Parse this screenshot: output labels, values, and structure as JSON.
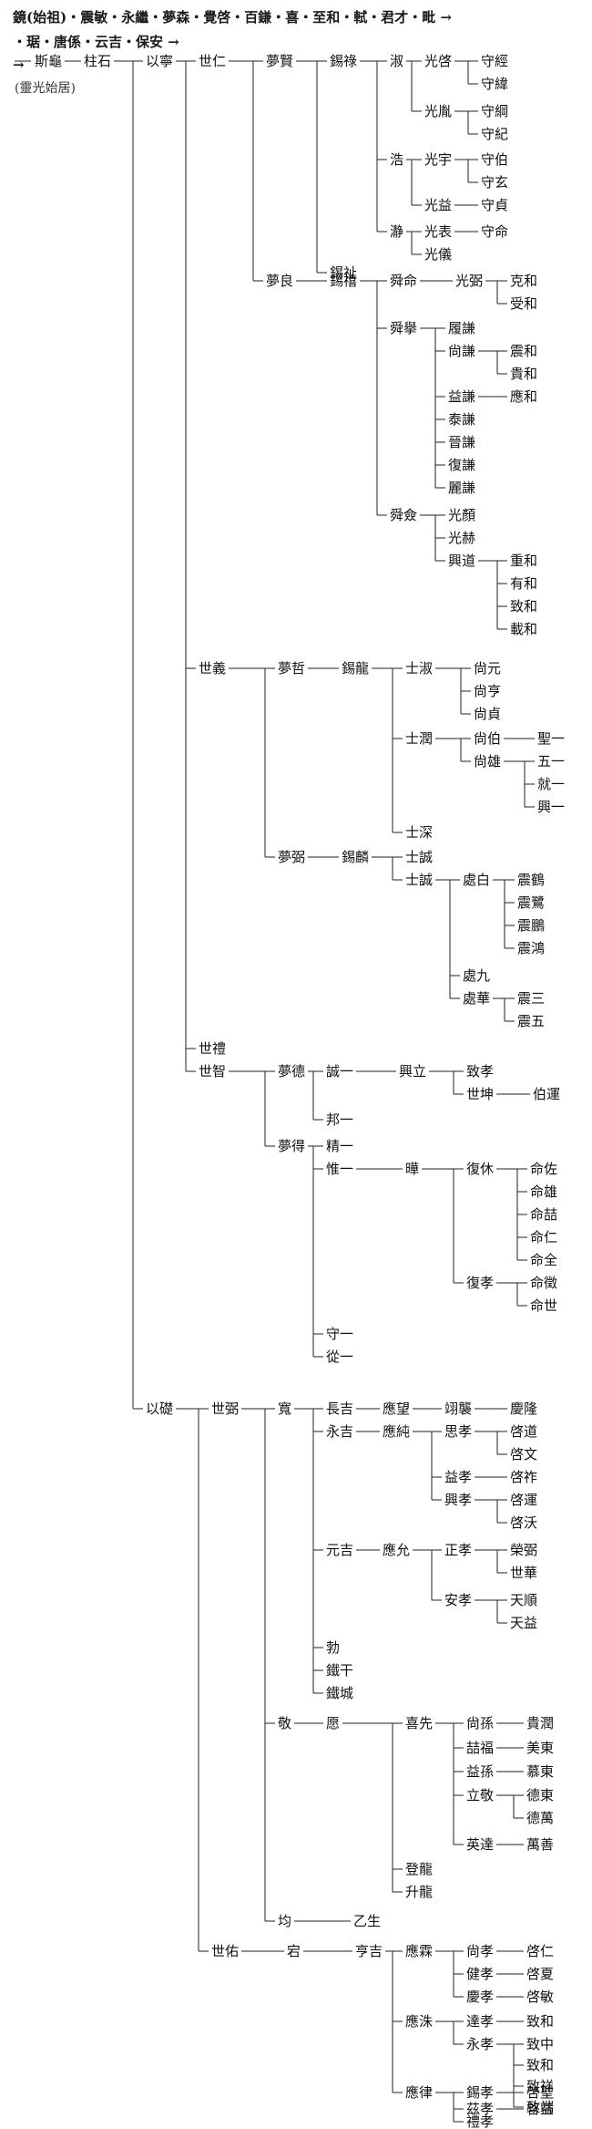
{
  "header": {
    "line1": "鏡(始祖)・震敏・永繼・夢森・覺啓・百鎌・喜・至和・軾・君才・毗 →",
    "line2": "・琚・唐係・云吉・保安 →",
    "line3_arrow": "→"
  },
  "note": "(靈光始居)",
  "nodes": [
    {
      "id": "n1",
      "label": "斯龜",
      "parent": null
    },
    {
      "id": "n2",
      "label": "柱石",
      "parent": "n1"
    },
    {
      "id": "n3",
      "label": "以寧",
      "parent": "n2"
    },
    {
      "id": "n4",
      "label": "世仁",
      "parent": "n3"
    },
    {
      "id": "n5",
      "label": "夢賢",
      "parent": "n4"
    },
    {
      "id": "n6",
      "label": "錫祿",
      "parent": "n5"
    },
    {
      "id": "n7",
      "label": "淑",
      "parent": "n6"
    },
    {
      "id": "n8",
      "label": "光啓",
      "parent": "n7"
    },
    {
      "id": "n9",
      "label": "守經",
      "parent": "n8"
    },
    {
      "id": "n10",
      "label": "守緯",
      "parent": "n8"
    },
    {
      "id": "n11",
      "label": "光胤",
      "parent": "n7"
    },
    {
      "id": "n12",
      "label": "守綱",
      "parent": "n11"
    },
    {
      "id": "n13",
      "label": "守紀",
      "parent": "n11"
    },
    {
      "id": "n14",
      "label": "浩",
      "parent": "n6"
    },
    {
      "id": "n15",
      "label": "光宇",
      "parent": "n14"
    },
    {
      "id": "n16",
      "label": "守伯",
      "parent": "n15"
    },
    {
      "id": "n17",
      "label": "守玄",
      "parent": "n15"
    },
    {
      "id": "n18",
      "label": "光益",
      "parent": "n14"
    },
    {
      "id": "n19",
      "label": "守貞",
      "parent": "n18"
    },
    {
      "id": "n20",
      "label": "瀞",
      "parent": "n6"
    },
    {
      "id": "n21",
      "label": "光表",
      "parent": "n20"
    },
    {
      "id": "n22",
      "label": "守命",
      "parent": "n21"
    },
    {
      "id": "n23",
      "label": "光儀",
      "parent": "n20"
    },
    {
      "id": "n24",
      "label": "錫祉",
      "parent": "n5"
    },
    {
      "id": "n25",
      "label": "夢良",
      "parent": "n4"
    },
    {
      "id": "n26",
      "label": "錫禧",
      "parent": "n25"
    },
    {
      "id": "n27",
      "label": "舜命",
      "parent": "n26"
    },
    {
      "id": "n28",
      "label": "光弼",
      "parent": "n27"
    },
    {
      "id": "n29",
      "label": "克和",
      "parent": "n28"
    },
    {
      "id": "n30",
      "label": "受和",
      "parent": "n28"
    },
    {
      "id": "n31",
      "label": "舜擧",
      "parent": "n26"
    },
    {
      "id": "n32",
      "label": "履謙",
      "parent": "n31"
    },
    {
      "id": "n33",
      "label": "尙謙",
      "parent": "n31"
    },
    {
      "id": "n34",
      "label": "震和",
      "parent": "n33"
    },
    {
      "id": "n35",
      "label": "貴和",
      "parent": "n33"
    },
    {
      "id": "n36",
      "label": "益謙",
      "parent": "n31"
    },
    {
      "id": "n37",
      "label": "應和",
      "parent": "n36"
    },
    {
      "id": "n38",
      "label": "泰謙",
      "parent": "n31"
    },
    {
      "id": "n39",
      "label": "晉謙",
      "parent": "n31"
    },
    {
      "id": "n40",
      "label": "復謙",
      "parent": "n31"
    },
    {
      "id": "n41",
      "label": "麗謙",
      "parent": "n31"
    },
    {
      "id": "n42",
      "label": "舜僉",
      "parent": "n26"
    },
    {
      "id": "n43",
      "label": "光顏",
      "parent": "n42"
    },
    {
      "id": "n44",
      "label": "光赫",
      "parent": "n42"
    },
    {
      "id": "n45",
      "label": "興道",
      "parent": "n42"
    },
    {
      "id": "n46",
      "label": "重和",
      "parent": "n45"
    },
    {
      "id": "n47",
      "label": "有和",
      "parent": "n45"
    },
    {
      "id": "n48",
      "label": "致和",
      "parent": "n45"
    },
    {
      "id": "n49",
      "label": "載和",
      "parent": "n45"
    },
    {
      "id": "n50",
      "label": "世義",
      "parent": "n3"
    },
    {
      "id": "n51",
      "label": "夢哲",
      "parent": "n50"
    },
    {
      "id": "n52",
      "label": "錫龍",
      "parent": "n51"
    },
    {
      "id": "n53",
      "label": "士淑",
      "parent": "n52"
    },
    {
      "id": "n54",
      "label": "尙元",
      "parent": "n53"
    },
    {
      "id": "n55",
      "label": "尙亨",
      "parent": "n53"
    },
    {
      "id": "n56",
      "label": "尙貞",
      "parent": "n53"
    },
    {
      "id": "n57",
      "label": "士潤",
      "parent": "n52"
    },
    {
      "id": "n58",
      "label": "尙伯",
      "parent": "n57"
    },
    {
      "id": "n59",
      "label": "聖一",
      "parent": "n58"
    },
    {
      "id": "n60",
      "label": "尙雄",
      "parent": "n57"
    },
    {
      "id": "n61",
      "label": "五一",
      "parent": "n60"
    },
    {
      "id": "n62",
      "label": "就一",
      "parent": "n60"
    },
    {
      "id": "n63",
      "label": "興一",
      "parent": "n60"
    },
    {
      "id": "n64",
      "label": "士深",
      "parent": "n52"
    },
    {
      "id": "n65",
      "label": "夢弼",
      "parent": "n50"
    },
    {
      "id": "n66",
      "label": "錫麟",
      "parent": "n65"
    },
    {
      "id": "n67",
      "label": "士誠",
      "parent": "n66"
    },
    {
      "id": "n68",
      "label": "士誠",
      "parent": "n66"
    },
    {
      "id": "n69",
      "label": "處白",
      "parent": "n68"
    },
    {
      "id": "n70",
      "label": "震鶴",
      "parent": "n69"
    },
    {
      "id": "n71",
      "label": "震鷺",
      "parent": "n69"
    },
    {
      "id": "n72",
      "label": "震鵬",
      "parent": "n69"
    },
    {
      "id": "n73",
      "label": "震鴻",
      "parent": "n69"
    },
    {
      "id": "n74",
      "label": "處九",
      "parent": "n68"
    },
    {
      "id": "n75",
      "label": "處華",
      "parent": "n68"
    },
    {
      "id": "n76",
      "label": "震三",
      "parent": "n75"
    },
    {
      "id": "n77",
      "label": "震五",
      "parent": "n75"
    },
    {
      "id": "n78",
      "label": "世禮",
      "parent": "n3"
    },
    {
      "id": "n79",
      "label": "世智",
      "parent": "n3"
    },
    {
      "id": "n80",
      "label": "夢德",
      "parent": "n79"
    },
    {
      "id": "n81",
      "label": "誠一",
      "parent": "n80"
    },
    {
      "id": "n82",
      "label": "興立",
      "parent": "n81"
    },
    {
      "id": "n83",
      "label": "致孝",
      "parent": "n82"
    },
    {
      "id": "n84",
      "label": "世坤",
      "parent": "n82"
    },
    {
      "id": "n85",
      "label": "伯運",
      "parent": "n84"
    },
    {
      "id": "n86",
      "label": "邦一",
      "parent": "n80"
    },
    {
      "id": "n87",
      "label": "夢得",
      "parent": "n79"
    },
    {
      "id": "n88",
      "label": "精一",
      "parent": "n87"
    },
    {
      "id": "n89",
      "label": "惟一",
      "parent": "n87"
    },
    {
      "id": "n90",
      "label": "曄",
      "parent": "n89"
    },
    {
      "id": "n91",
      "label": "復休",
      "parent": "n90"
    },
    {
      "id": "n92",
      "label": "命佐",
      "parent": "n91"
    },
    {
      "id": "n93",
      "label": "命雄",
      "parent": "n91"
    },
    {
      "id": "n94",
      "label": "命喆",
      "parent": "n91"
    },
    {
      "id": "n95",
      "label": "命仁",
      "parent": "n91"
    },
    {
      "id": "n96",
      "label": "命全",
      "parent": "n91"
    },
    {
      "id": "n97",
      "label": "復孝",
      "parent": "n90"
    },
    {
      "id": "n98",
      "label": "命徵",
      "parent": "n97"
    },
    {
      "id": "n99",
      "label": "命世",
      "parent": "n97"
    },
    {
      "id": "n100",
      "label": "守一",
      "parent": "n87"
    },
    {
      "id": "n101",
      "label": "從一",
      "parent": "n87"
    },
    {
      "id": "n102",
      "label": "以礎",
      "parent": "n2"
    },
    {
      "id": "n103",
      "label": "世弼",
      "parent": "n102"
    },
    {
      "id": "n104",
      "label": "寬",
      "parent": "n103"
    },
    {
      "id": "n105",
      "label": "長吉",
      "parent": "n104"
    },
    {
      "id": "n106",
      "label": "應望",
      "parent": "n105"
    },
    {
      "id": "n107",
      "label": "翊襲",
      "parent": "n106"
    },
    {
      "id": "n108",
      "label": "慶隆",
      "parent": "n107"
    },
    {
      "id": "n109",
      "label": "永吉",
      "parent": "n104"
    },
    {
      "id": "n110",
      "label": "應純",
      "parent": "n109"
    },
    {
      "id": "n111",
      "label": "思孝",
      "parent": "n110"
    },
    {
      "id": "n112",
      "label": "啓道",
      "parent": "n111"
    },
    {
      "id": "n113",
      "label": "啓文",
      "parent": "n111"
    },
    {
      "id": "n114",
      "label": "益孝",
      "parent": "n110"
    },
    {
      "id": "n115",
      "label": "啓祚",
      "parent": "n114"
    },
    {
      "id": "n116",
      "label": "興孝",
      "parent": "n110"
    },
    {
      "id": "n117",
      "label": "啓運",
      "parent": "n116"
    },
    {
      "id": "n118",
      "label": "啓沃",
      "parent": "n116"
    },
    {
      "id": "n119",
      "label": "元吉",
      "parent": "n104"
    },
    {
      "id": "n120",
      "label": "應允",
      "parent": "n119"
    },
    {
      "id": "n121",
      "label": "正孝",
      "parent": "n120"
    },
    {
      "id": "n122",
      "label": "榮弼",
      "parent": "n121"
    },
    {
      "id": "n123",
      "label": "世華",
      "parent": "n121"
    },
    {
      "id": "n124",
      "label": "安孝",
      "parent": "n120"
    },
    {
      "id": "n125",
      "label": "天順",
      "parent": "n124"
    },
    {
      "id": "n126",
      "label": "天益",
      "parent": "n124"
    },
    {
      "id": "n127",
      "label": "勃",
      "parent": "n104"
    },
    {
      "id": "n128",
      "label": "鐵干",
      "parent": "n104"
    },
    {
      "id": "n129",
      "label": "鐵城",
      "parent": "n104"
    },
    {
      "id": "n130",
      "label": "敬",
      "parent": "n103"
    },
    {
      "id": "n131",
      "label": "愿",
      "parent": "n130"
    },
    {
      "id": "n132",
      "label": "喜先",
      "parent": "n131"
    },
    {
      "id": "n133",
      "label": "尙孫",
      "parent": "n132"
    },
    {
      "id": "n134",
      "label": "貴潤",
      "parent": "n133"
    },
    {
      "id": "n135",
      "label": "喆福",
      "parent": "n132"
    },
    {
      "id": "n136",
      "label": "美東",
      "parent": "n135"
    },
    {
      "id": "n137",
      "label": "益孫",
      "parent": "n132"
    },
    {
      "id": "n138",
      "label": "慕東",
      "parent": "n137"
    },
    {
      "id": "n139",
      "label": "立敬",
      "parent": "n132"
    },
    {
      "id": "n140",
      "label": "德東",
      "parent": "n139"
    },
    {
      "id": "n141",
      "label": "德萬",
      "parent": "n139"
    },
    {
      "id": "n142",
      "label": "英達",
      "parent": "n132"
    },
    {
      "id": "n143",
      "label": "萬善",
      "parent": "n142"
    },
    {
      "id": "n144",
      "label": "登龍",
      "parent": "n131"
    },
    {
      "id": "n145",
      "label": "升龍",
      "parent": "n131"
    },
    {
      "id": "n146",
      "label": "均",
      "parent": "n103"
    },
    {
      "id": "n147",
      "label": "乙生",
      "parent": "n146"
    },
    {
      "id": "n148",
      "label": "世佑",
      "parent": "n102"
    },
    {
      "id": "n149",
      "label": "宕",
      "parent": "n148"
    },
    {
      "id": "n150",
      "label": "亨吉",
      "parent": "n149"
    },
    {
      "id": "n151",
      "label": "應霖",
      "parent": "n150"
    },
    {
      "id": "n152",
      "label": "尙孝",
      "parent": "n151"
    },
    {
      "id": "n153",
      "label": "啓仁",
      "parent": "n152"
    },
    {
      "id": "n154",
      "label": "健孝",
      "parent": "n151"
    },
    {
      "id": "n155",
      "label": "啓夏",
      "parent": "n154"
    },
    {
      "id": "n156",
      "label": "慶孝",
      "parent": "n151"
    },
    {
      "id": "n157",
      "label": "啓敏",
      "parent": "n156"
    },
    {
      "id": "n158",
      "label": "應洙",
      "parent": "n150"
    },
    {
      "id": "n159",
      "label": "達孝",
      "parent": "n158"
    },
    {
      "id": "n160",
      "label": "致和",
      "parent": "n159"
    },
    {
      "id": "n161",
      "label": "永孝",
      "parent": "n158"
    },
    {
      "id": "n162",
      "label": "致中",
      "parent": "n161"
    },
    {
      "id": "n163",
      "label": "致和",
      "parent": "n161"
    },
    {
      "id": "n164",
      "label": "致祥",
      "parent": "n161"
    },
    {
      "id": "n165",
      "label": "致端",
      "parent": "n161"
    },
    {
      "id": "n166",
      "label": "應律",
      "parent": "n150"
    },
    {
      "id": "n167",
      "label": "錫孝",
      "parent": "n166"
    },
    {
      "id": "n168",
      "label": "啓聖",
      "parent": "n167"
    },
    {
      "id": "n169",
      "label": "茲孝",
      "parent": "n166"
    },
    {
      "id": "n170",
      "label": "啓益",
      "parent": "n169"
    },
    {
      "id": "n171",
      "label": "禮孝",
      "parent": "n166"
    }
  ]
}
